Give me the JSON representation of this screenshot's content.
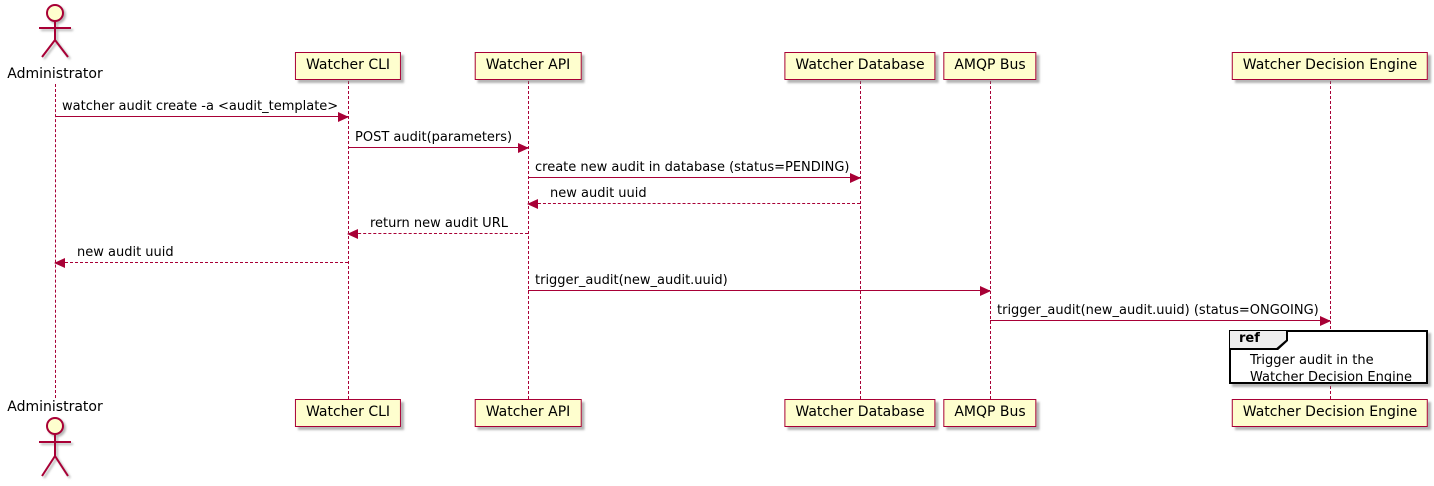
{
  "diagram": {
    "type": "uml-sequence-diagram",
    "colors": {
      "accent": "#A80036",
      "participant_fill": "#FEFECE",
      "ref_header_fill": "#EEEEEE",
      "ref_border": "#000000",
      "text": "#000000",
      "background": "#FFFFFF"
    },
    "participants": [
      {
        "name": "Administrator",
        "kind": "actor"
      },
      {
        "name": "Watcher CLI",
        "kind": "participant"
      },
      {
        "name": "Watcher API",
        "kind": "participant"
      },
      {
        "name": "Watcher Database",
        "kind": "participant"
      },
      {
        "name": "AMQP Bus",
        "kind": "participant"
      },
      {
        "name": "Watcher Decision Engine",
        "kind": "participant"
      }
    ],
    "messages": [
      {
        "from": "Administrator",
        "to": "Watcher CLI",
        "style": "solid",
        "label": "watcher audit create -a <audit_template>"
      },
      {
        "from": "Watcher CLI",
        "to": "Watcher API",
        "style": "solid",
        "label": "POST audit(parameters)"
      },
      {
        "from": "Watcher API",
        "to": "Watcher Database",
        "style": "solid",
        "label": "create new audit in database (status=PENDING)"
      },
      {
        "from": "Watcher Database",
        "to": "Watcher API",
        "style": "dashed",
        "label": "new audit uuid"
      },
      {
        "from": "Watcher API",
        "to": "Watcher CLI",
        "style": "dashed",
        "label": "return new audit URL"
      },
      {
        "from": "Watcher CLI",
        "to": "Administrator",
        "style": "dashed",
        "label": "new audit uuid"
      },
      {
        "from": "Watcher API",
        "to": "AMQP Bus",
        "style": "solid",
        "label": "trigger_audit(new_audit.uuid)"
      },
      {
        "from": "AMQP Bus",
        "to": "Watcher Decision Engine",
        "style": "solid",
        "label": "trigger_audit(new_audit.uuid) (status=ONGOING)"
      }
    ],
    "ref": {
      "keyword": "ref",
      "over": "Watcher Decision Engine",
      "lines": [
        "Trigger audit in the",
        "Watcher Decision Engine"
      ]
    }
  }
}
